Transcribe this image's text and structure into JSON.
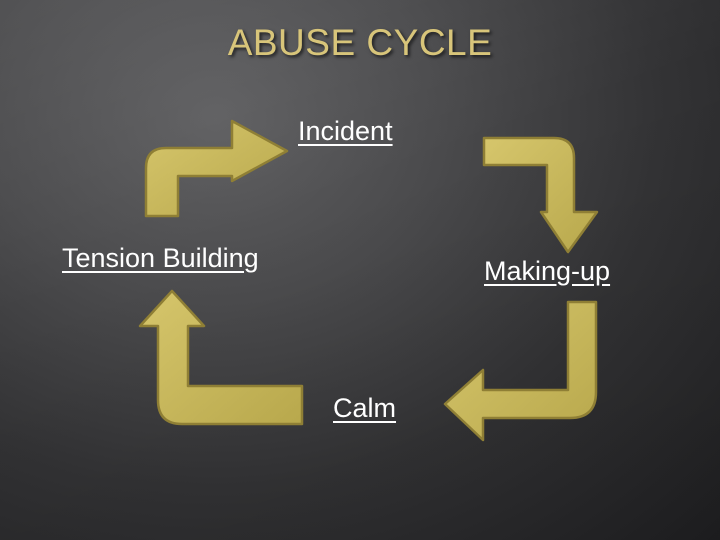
{
  "slide": {
    "title": "ABUSE CYCLE"
  },
  "cycle": {
    "stages": [
      "Incident",
      "Making-up",
      "Calm",
      "Tension Building"
    ],
    "arrow_fill": "#c9b95c",
    "arrow_stroke": "#8f7f35"
  },
  "colors": {
    "title": "#d8c57a",
    "label": "#ffffff",
    "background": "#3a3a3c"
  }
}
